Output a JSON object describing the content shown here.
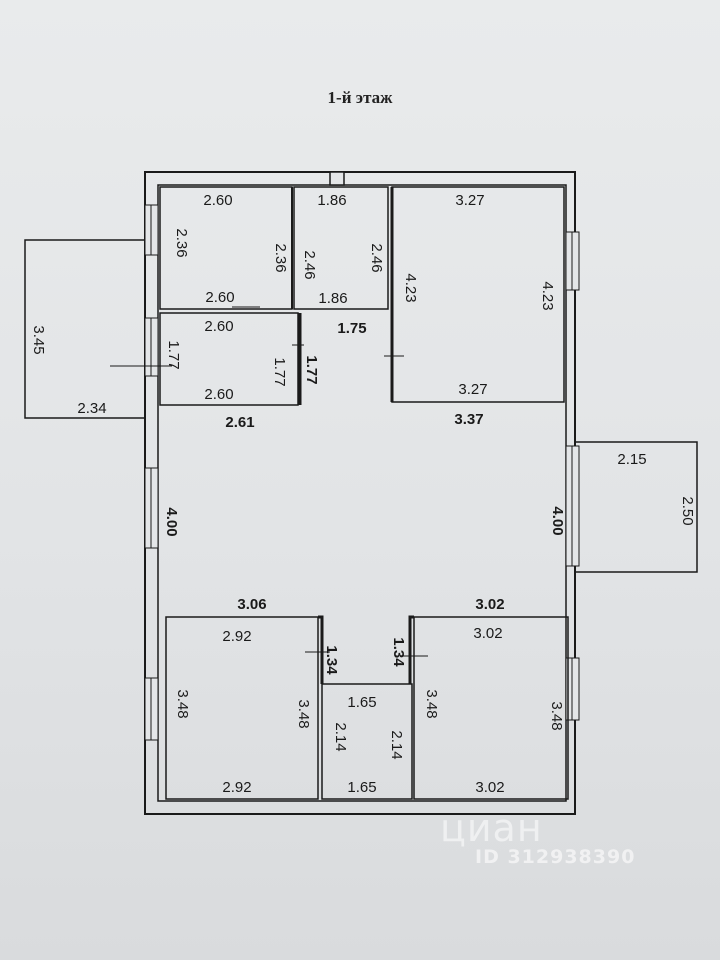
{
  "title": "1-й этаж",
  "watermark": {
    "logo": "циан",
    "id": "ID 312938390"
  },
  "dimensions": {
    "r1_top": "2.60",
    "r1_left": "2.36",
    "r1_right": "2.36",
    "r1_bottom": "2.60",
    "r2_top": "1.86",
    "r2_left": "2.46",
    "r2_right": "2.46",
    "r2_bottom": "1.86",
    "r3_top": "3.27",
    "r3_left": "4.23",
    "r3_right": "4.23",
    "r3_bottom": "3.27",
    "r4_top": "2.60",
    "r4_left": "1.77",
    "r4_right": "1.77",
    "r4_bottom": "2.60",
    "corr_top": "1.75",
    "corr_side": "1.77",
    "hall_top_left": "2.61",
    "hall_top_right": "3.37",
    "hall_left": "4.00",
    "hall_right": "4.00",
    "hall_bottom_left": "3.06",
    "hall_bottom_right": "3.02",
    "porch_left_height": "3.45",
    "porch_left_width": "2.34",
    "porch_right_width": "2.15",
    "porch_right_height": "2.50",
    "r5_top": "2.92",
    "r5_left": "3.48",
    "r5_right": "3.48",
    "r5_bottom": "2.92",
    "r6_top": "1.65",
    "r6_left": "2.14",
    "r6_right": "2.14",
    "r6_bottom": "1.65",
    "r7_top": "3.02",
    "r7_left": "3.48",
    "r7_right": "3.48",
    "r7_bottom": "3.02",
    "passage_left": "1.34",
    "passage_right": "1.34"
  }
}
